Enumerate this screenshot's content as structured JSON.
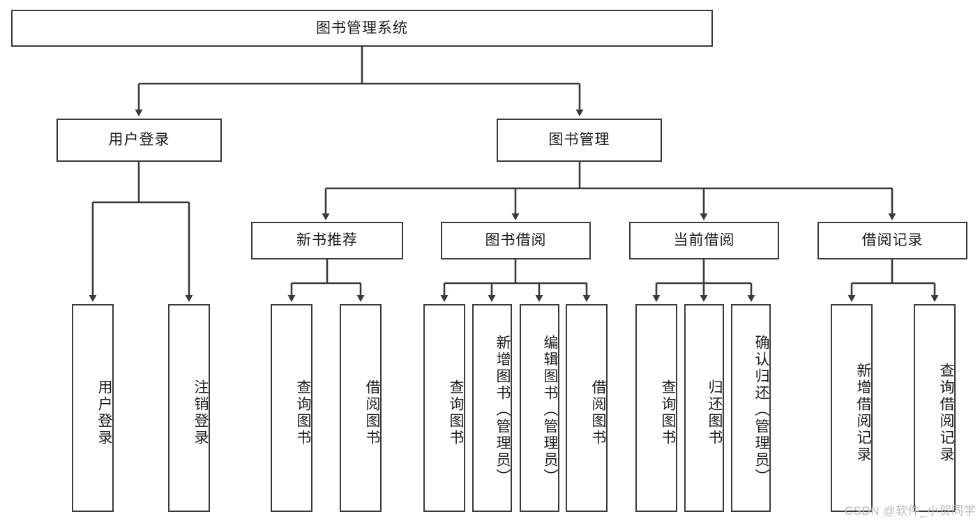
{
  "diagram": {
    "title": "图书管理系统",
    "type": "tree-hierarchy",
    "root": {
      "label": "图书管理系统"
    },
    "level1": [
      {
        "label": "用户登录"
      },
      {
        "label": "图书管理"
      }
    ],
    "level2": [
      {
        "label": "新书推荐"
      },
      {
        "label": "图书借阅"
      },
      {
        "label": "当前借阅"
      },
      {
        "label": "借阅记录"
      }
    ],
    "leaves": {
      "user_login": [
        {
          "label": "用户登录"
        },
        {
          "label": "注销登录"
        }
      ],
      "new_book_recommend": [
        {
          "label": "查询图书"
        },
        {
          "label": "借阅图书"
        }
      ],
      "book_borrow": [
        {
          "label": "查询图书"
        },
        {
          "label": "新增图书（管理员）"
        },
        {
          "label": "编辑图书（管理员）"
        },
        {
          "label": "借阅图书"
        }
      ],
      "current_borrow": [
        {
          "label": "查询图书"
        },
        {
          "label": "归还图书"
        },
        {
          "label": "确认归还（管理员）"
        }
      ],
      "borrow_record": [
        {
          "label": "新增借阅记录"
        },
        {
          "label": "查询借阅记录"
        }
      ]
    }
  },
  "watermark": {
    "text": "CSDN @软件_小贺同学"
  },
  "colors": {
    "stroke": "#3a3a3a",
    "fill": "#ffffff",
    "text": "#1b1b1b",
    "watermark": "#b9b9b9"
  }
}
